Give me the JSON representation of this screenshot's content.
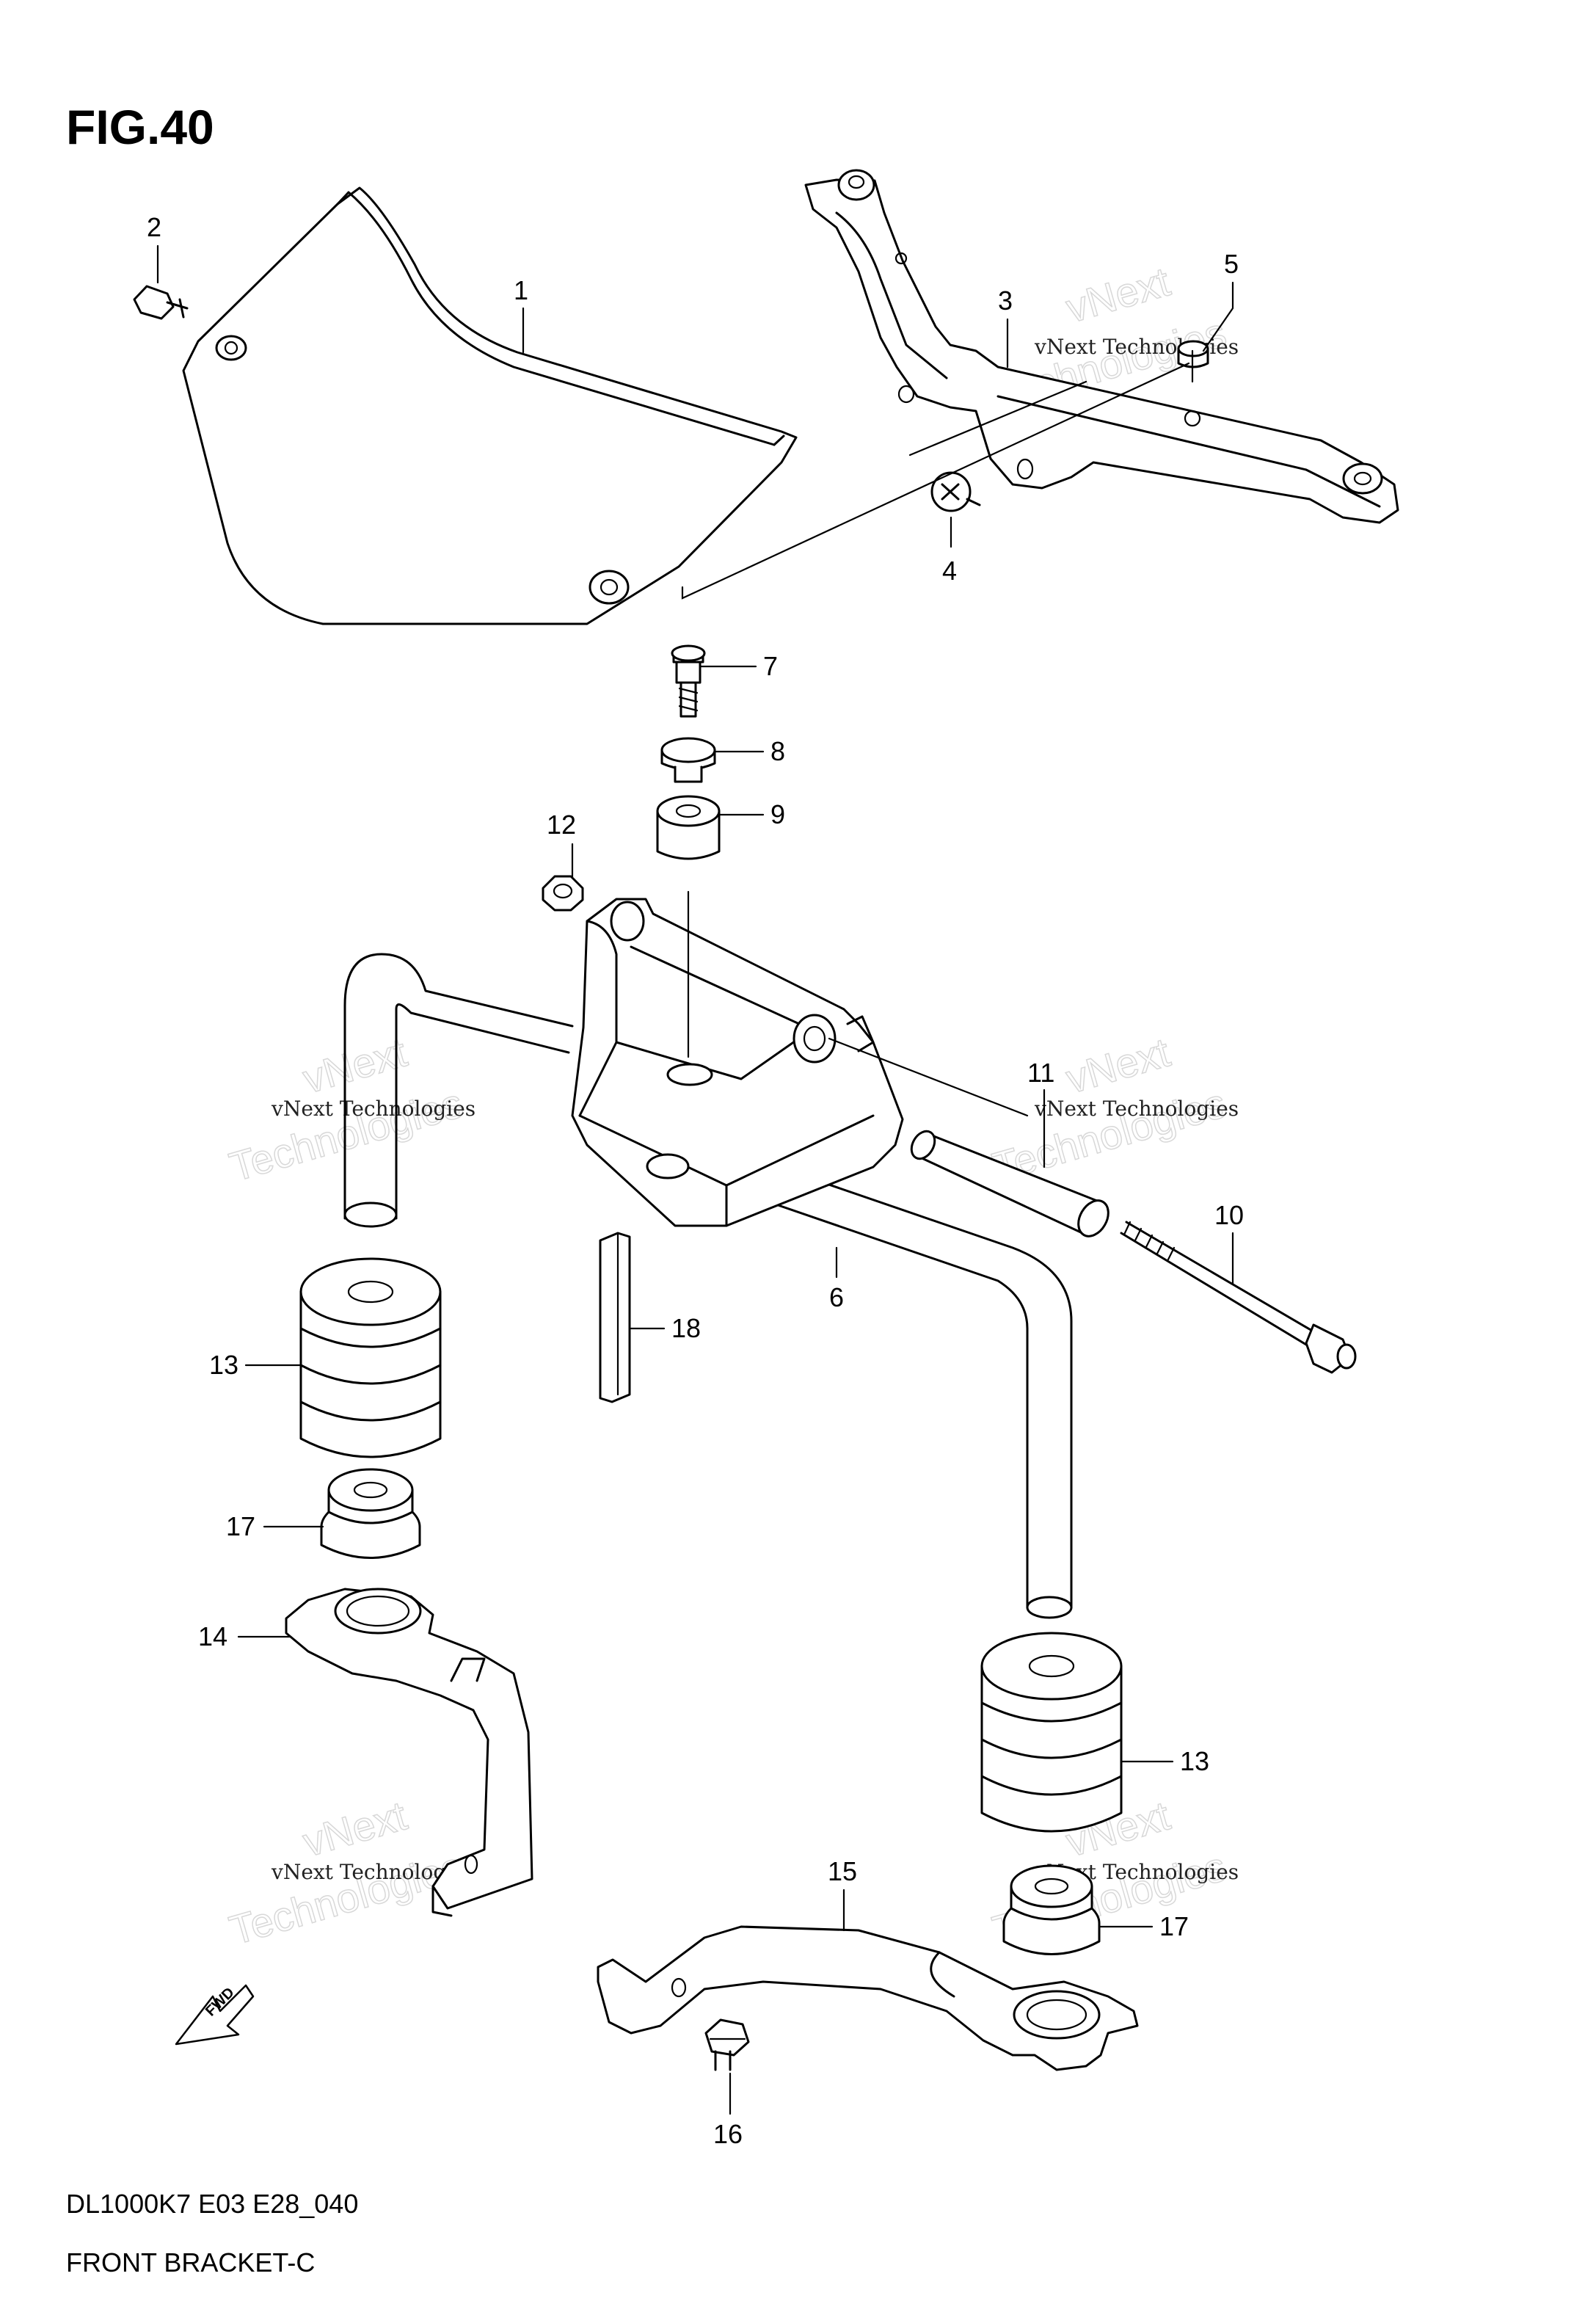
{
  "figure": {
    "title": "FIG.40",
    "model_code": "DL1000K7 E03 E28_040",
    "caption": "FRONT BRACKET-C",
    "fwd_label": "FWD"
  },
  "watermark": {
    "line1": "vNext Technologies",
    "line2": "vNext",
    "line3": "Technologies"
  },
  "callouts": [
    {
      "id": "1",
      "text": "1"
    },
    {
      "id": "2",
      "text": "2"
    },
    {
      "id": "3",
      "text": "3"
    },
    {
      "id": "4",
      "text": "4"
    },
    {
      "id": "5",
      "text": "5"
    },
    {
      "id": "6",
      "text": "6"
    },
    {
      "id": "7",
      "text": "7"
    },
    {
      "id": "8",
      "text": "8"
    },
    {
      "id": "9",
      "text": "9"
    },
    {
      "id": "10",
      "text": "10"
    },
    {
      "id": "11",
      "text": "11"
    },
    {
      "id": "12",
      "text": "12"
    },
    {
      "id": "13a",
      "text": "13"
    },
    {
      "id": "13b",
      "text": "13"
    },
    {
      "id": "14",
      "text": "14"
    },
    {
      "id": "15",
      "text": "15"
    },
    {
      "id": "16",
      "text": "16"
    },
    {
      "id": "17a",
      "text": "17"
    },
    {
      "id": "17b",
      "text": "17"
    },
    {
      "id": "18",
      "text": "18"
    }
  ]
}
